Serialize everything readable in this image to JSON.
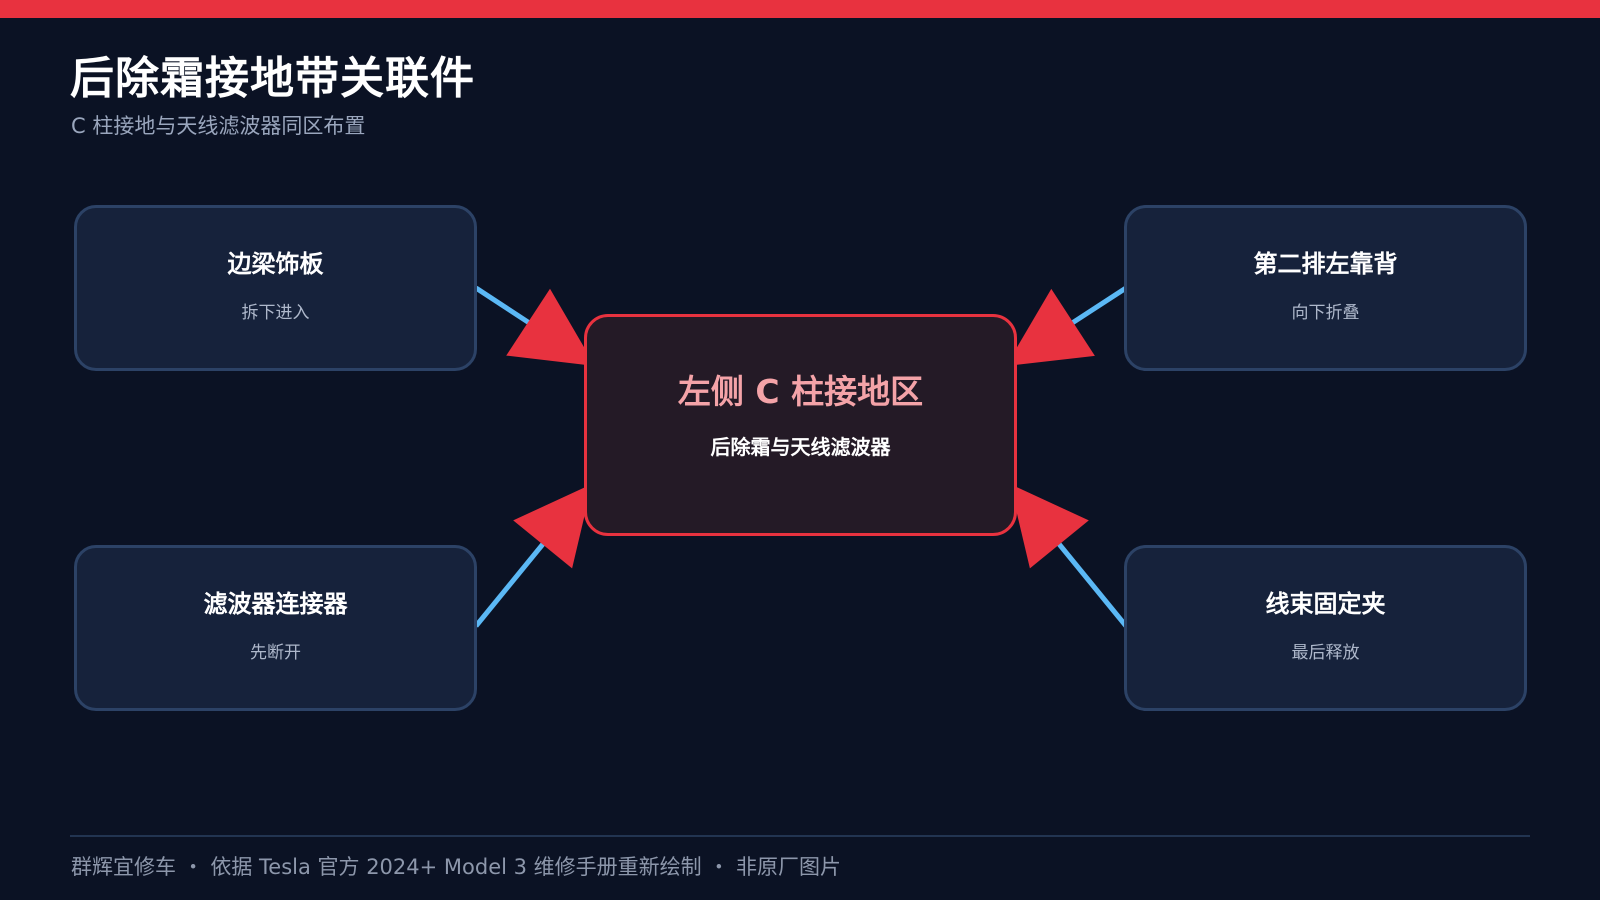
{
  "page": {
    "title": "后除霜接地带关联件",
    "subtitle": "C 柱接地与天线滤波器同区布置"
  },
  "diagram": {
    "center": {
      "title": "左侧 C 柱接地区",
      "subtitle": "后除霜与天线滤波器"
    },
    "nodes": [
      {
        "id": "top-left",
        "title": "边梁饰板",
        "subtitle": "拆下进入"
      },
      {
        "id": "top-right",
        "title": "第二排左靠背",
        "subtitle": "向下折叠"
      },
      {
        "id": "bottom-left",
        "title": "滤波器连接器",
        "subtitle": "先断开"
      },
      {
        "id": "bottom-right",
        "title": "线束固定夹",
        "subtitle": "最后释放"
      }
    ],
    "connector_color": "#5bb8f5",
    "arrow_color": "#e8323f",
    "accent_color": "#e8323f"
  },
  "footer": {
    "text": "群辉宜修车 ・ 依据 Tesla 官方 2024+ Model 3 维修手册重新绘制 ・ 非原厂图片"
  }
}
